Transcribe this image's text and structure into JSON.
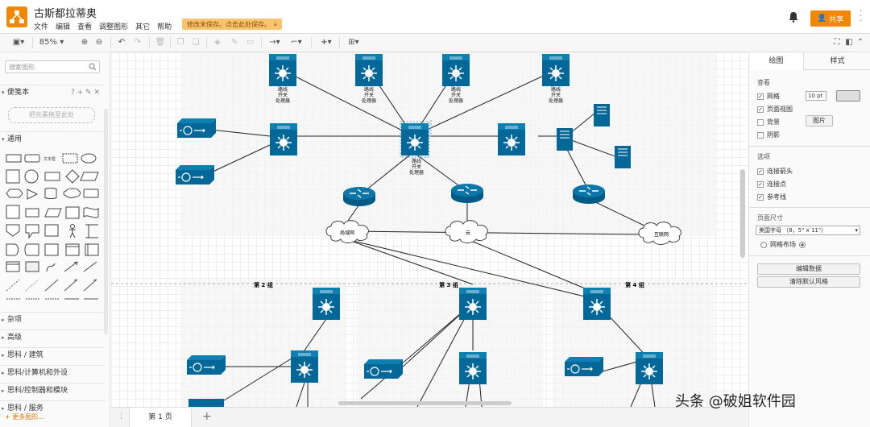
{
  "app": {
    "title": "古斯都拉蒂奥"
  },
  "menu": {
    "items": [
      "文件",
      "编辑",
      "查看",
      "调整图形",
      "其它",
      "帮助"
    ]
  },
  "save_notice": "修改未保存。点击此处保存。",
  "share_label": "共享",
  "toolbar": {
    "zoom": "85%"
  },
  "sidebar": {
    "search_placeholder": "搜索图形",
    "scratchpad_title": "便笺本",
    "scratchpad_tools": "? + ✎ ✕",
    "drop_zone": "把元素拖至此处",
    "general_title": "通用",
    "sections": [
      "杂项",
      "高级",
      "思科 / 建筑",
      "思科/计算机和外设",
      "思科/控制器和模块",
      "思科 / 服务"
    ],
    "more_shapes": "+ 更多图形..."
  },
  "canvas": {
    "device_label": "路线\n开关\n处理器",
    "device_label_lines": [
      "路线",
      "开关",
      "处理器"
    ],
    "clouds": [
      "局域网",
      "云",
      "互联网"
    ],
    "groups": [
      "第 2 组",
      "第 3 组",
      "第 4 组"
    ]
  },
  "pages": {
    "active": "第 1 页"
  },
  "rpanel": {
    "tabs": [
      "绘图",
      "样式"
    ],
    "view_title": "查看",
    "grid_label": "网格",
    "grid_value": "10 pt",
    "page_view_label": "页面视图",
    "background_label": "背景",
    "image_button": "图片",
    "shadow_label": "阴影",
    "options_title": "选项",
    "connection_arrows": "连接箭头",
    "connection_points": "连接点",
    "guides": "参考线",
    "paper_title": "页面尺寸",
    "paper_value": "美国字母 （8，5\" x 11\"）",
    "orientation_label": "网格布场",
    "edit_data": "编辑数据",
    "clear_style": "清除默认风格"
  },
  "watermark": "头条 @破姐软件园",
  "colors": {
    "accent": "#f08705",
    "device": "#036897",
    "selection": "#4aa3df"
  }
}
